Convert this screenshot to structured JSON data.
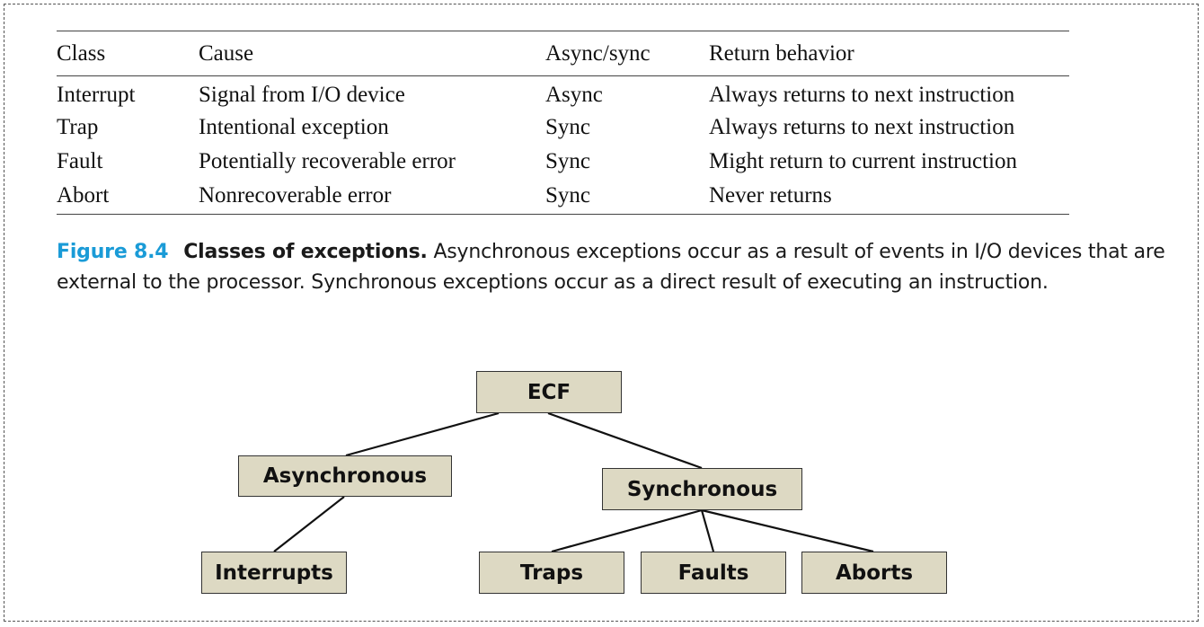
{
  "table": {
    "headers": [
      "Class",
      "Cause",
      "Async/sync",
      "Return behavior"
    ],
    "rows": [
      [
        "Interrupt",
        "Signal from I/O device",
        "Async",
        "Always returns to next instruction"
      ],
      [
        "Trap",
        "Intentional exception",
        "Sync",
        "Always returns to next instruction"
      ],
      [
        "Fault",
        "Potentially recoverable error",
        "Sync",
        "Might return to current instruction"
      ],
      [
        "Abort",
        "Nonrecoverable error",
        "Sync",
        "Never returns"
      ]
    ]
  },
  "caption": {
    "figure_label": "Figure 8.4",
    "title": "Classes of exceptions.",
    "text": "Asynchronous exceptions occur as a result of events in I/O devices that are external to the processor. Synchronous exceptions occur as a direct result of executing an instruction."
  },
  "tree": {
    "root": "ECF",
    "async": "Asynchronous",
    "sync": "Synchronous",
    "interrupts": "Interrupts",
    "traps": "Traps",
    "faults": "Faults",
    "aborts": "Aborts"
  },
  "colors": {
    "node_fill": "#ddd9c3",
    "figure_label": "#1a9bd7"
  }
}
